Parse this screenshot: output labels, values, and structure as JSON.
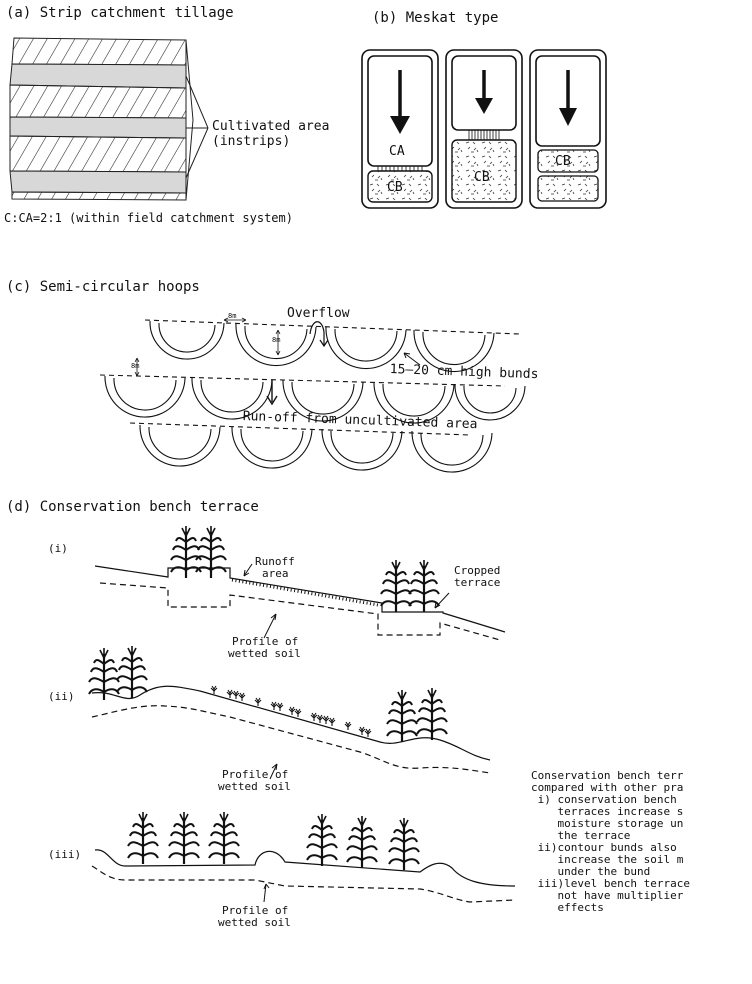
{
  "panel_a": {
    "title": "(a) Strip catchment tillage",
    "label_line1": "Cultivated area",
    "label_line2": "(instrips)",
    "ratio": "C:CA=2:1 (within field catchment system)"
  },
  "panel_b": {
    "title": "(b) Meskat type",
    "ca": "CA",
    "cb": "CB"
  },
  "panel_c": {
    "title": "(c) Semi-circular hoops",
    "dim_8m": "8m",
    "overflow": "Overflow",
    "bunds": "15–20 cm high bunds",
    "runoff": "Run-off from uncultivated area"
  },
  "panel_d": {
    "title": "(d) Conservation bench terrace",
    "i": {
      "tag": "(i)",
      "runoff_1": "Runoff",
      "runoff_2": "area",
      "cropped_1": "Cropped",
      "cropped_2": "terrace",
      "profile_1": "Profile of",
      "profile_2": "wetted soil"
    },
    "ii": {
      "tag": "(ii)",
      "profile_1": "Profile of",
      "profile_2": "wetted soil"
    },
    "iii": {
      "tag": "(iii)",
      "profile_1": "Profile of",
      "profile_2": "wetted soil"
    },
    "note": {
      "l1": "Conservation bench terr",
      "l2": "compared with other pra",
      "l3": " i) conservation bench",
      "l4": "    terraces increase s",
      "l5": "    moisture storage un",
      "l6": "    the terrace",
      "l7": " ii)contour bunds also",
      "l8": "    increase the soil m",
      "l9": "    under the bund",
      "l10": " iii)level bench terrace",
      "l11": "    not have multiplier",
      "l12": "    effects"
    }
  }
}
